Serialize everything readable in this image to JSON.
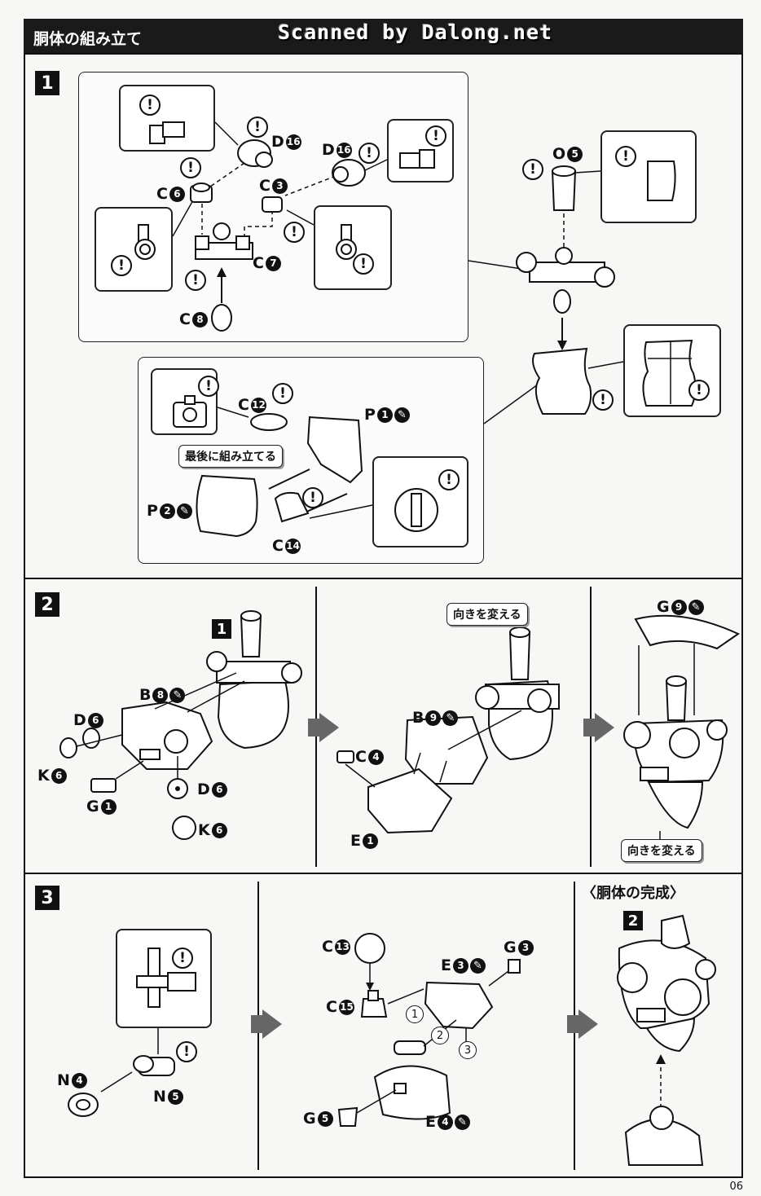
{
  "header": {
    "title": "胴体の組み立て",
    "scan_credit": "Scanned by Dalong.net"
  },
  "steps": {
    "s1": "1",
    "s2": "2",
    "s3": "3",
    "ref1": "1",
    "ref2": "2"
  },
  "icons": {
    "warning": "!",
    "cement": "cement-icon"
  },
  "labels": {
    "d16a": {
      "letter": "D",
      "num": "16"
    },
    "d16b": {
      "letter": "D",
      "num": "16"
    },
    "c6": {
      "letter": "C",
      "num": "6"
    },
    "c3": {
      "letter": "C",
      "num": "3"
    },
    "c7": {
      "letter": "C",
      "num": "7"
    },
    "c8": {
      "letter": "C",
      "num": "8"
    },
    "o5": {
      "letter": "O",
      "num": "5"
    },
    "c12": {
      "letter": "C",
      "num": "12"
    },
    "p1": {
      "letter": "P",
      "num": "1"
    },
    "p2": {
      "letter": "P",
      "num": "2"
    },
    "c14": {
      "letter": "C",
      "num": "14"
    },
    "b8": {
      "letter": "B",
      "num": "8"
    },
    "d6a": {
      "letter": "D",
      "num": "6"
    },
    "k6a": {
      "letter": "K",
      "num": "6"
    },
    "g1": {
      "letter": "G",
      "num": "1"
    },
    "d6b": {
      "letter": "D",
      "num": "6"
    },
    "k6b": {
      "letter": "K",
      "num": "6"
    },
    "b9": {
      "letter": "B",
      "num": "9"
    },
    "c4": {
      "letter": "C",
      "num": "4"
    },
    "e1": {
      "letter": "E",
      "num": "1"
    },
    "g9": {
      "letter": "G",
      "num": "9"
    },
    "n4": {
      "letter": "N",
      "num": "4"
    },
    "n5": {
      "letter": "N",
      "num": "5"
    },
    "c13": {
      "letter": "C",
      "num": "13"
    },
    "g3": {
      "letter": "G",
      "num": "3"
    },
    "e3": {
      "letter": "E",
      "num": "3"
    },
    "c15": {
      "letter": "C",
      "num": "15"
    },
    "g5": {
      "letter": "G",
      "num": "5"
    },
    "e4": {
      "letter": "E",
      "num": "4"
    }
  },
  "notes": {
    "assemble_last": "最後に組み立てる",
    "turn_around_1": "向きを変える",
    "turn_around_2": "向きを変える",
    "torso_complete": "〈胴体の完成〉"
  },
  "order_marks": [
    "1",
    "2",
    "3"
  ],
  "page_number": "06"
}
